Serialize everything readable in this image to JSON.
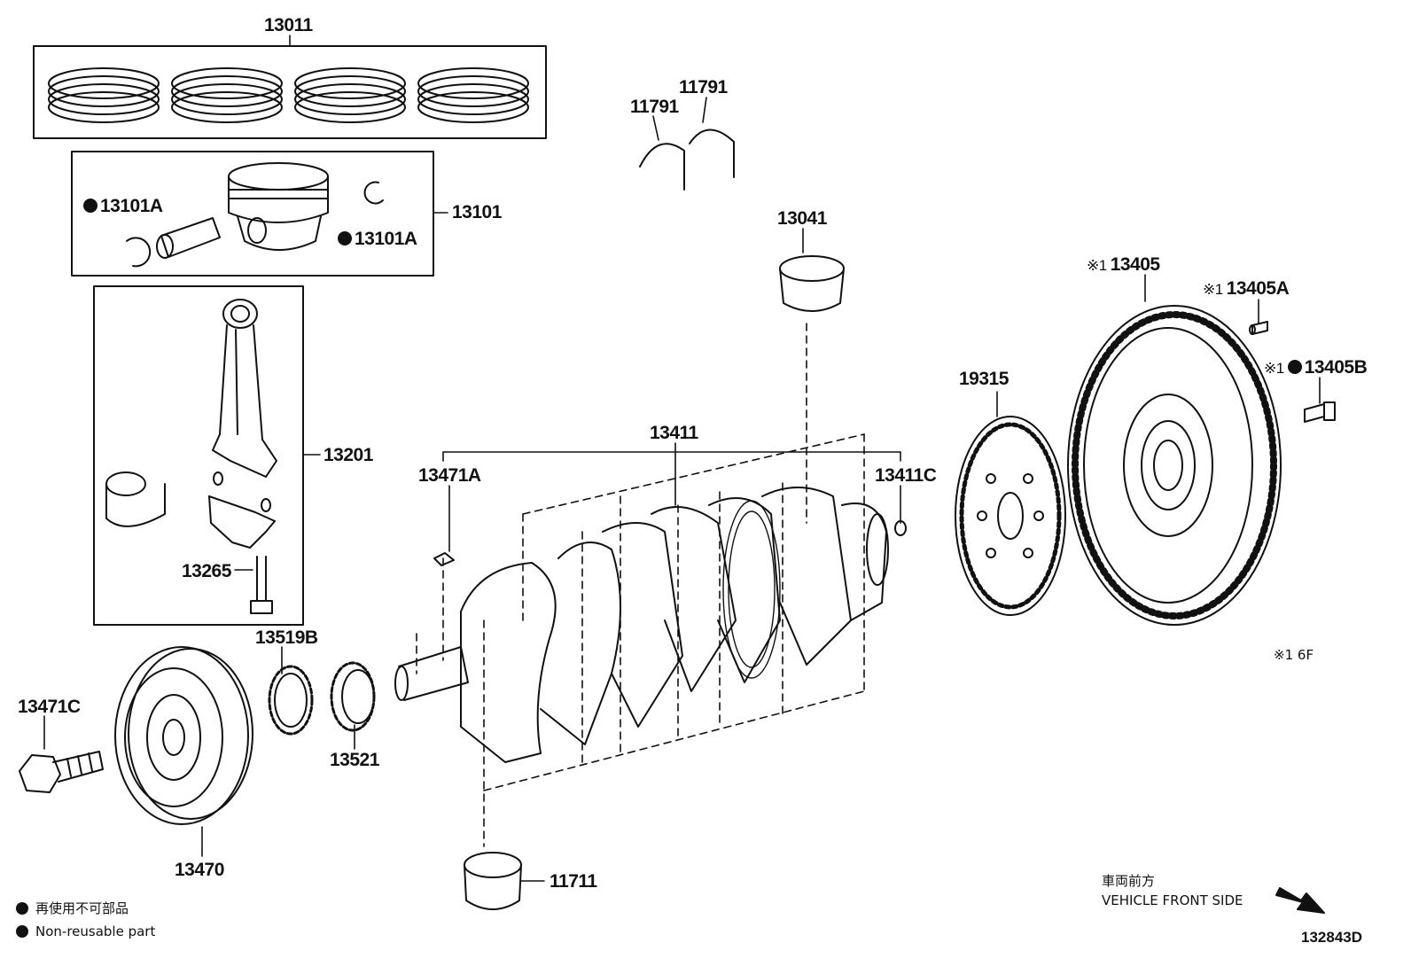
{
  "parts": {
    "p13011": "13011",
    "p13101": "13101",
    "p13101A": "13101A",
    "p13201": "13201",
    "p13265": "13265",
    "p11791": "11791",
    "p13041": "13041",
    "p13411": "13411",
    "p13471A": "13471A",
    "p13411C": "13411C",
    "p19315": "19315",
    "p13405": "13405",
    "p13405A": "13405A",
    "p13405B": "13405B",
    "p13519B": "13519B",
    "p13471C": "13471C",
    "p13521": "13521",
    "p13470": "13470",
    "p11711": "11711"
  },
  "markers": {
    "ref_mark": "※1",
    "footnote_mark": "※1",
    "footnote_text": "6F"
  },
  "legend": {
    "line_jp": "再使用不可部品",
    "line_en": "Non-reusable part"
  },
  "direction": {
    "jp": "車両前方",
    "en": "VEHICLE FRONT SIDE"
  },
  "diagram_code": "132843D",
  "icons": {
    "non_reusable": "filled-circle",
    "front_arrow": "diagonal-arrow"
  }
}
